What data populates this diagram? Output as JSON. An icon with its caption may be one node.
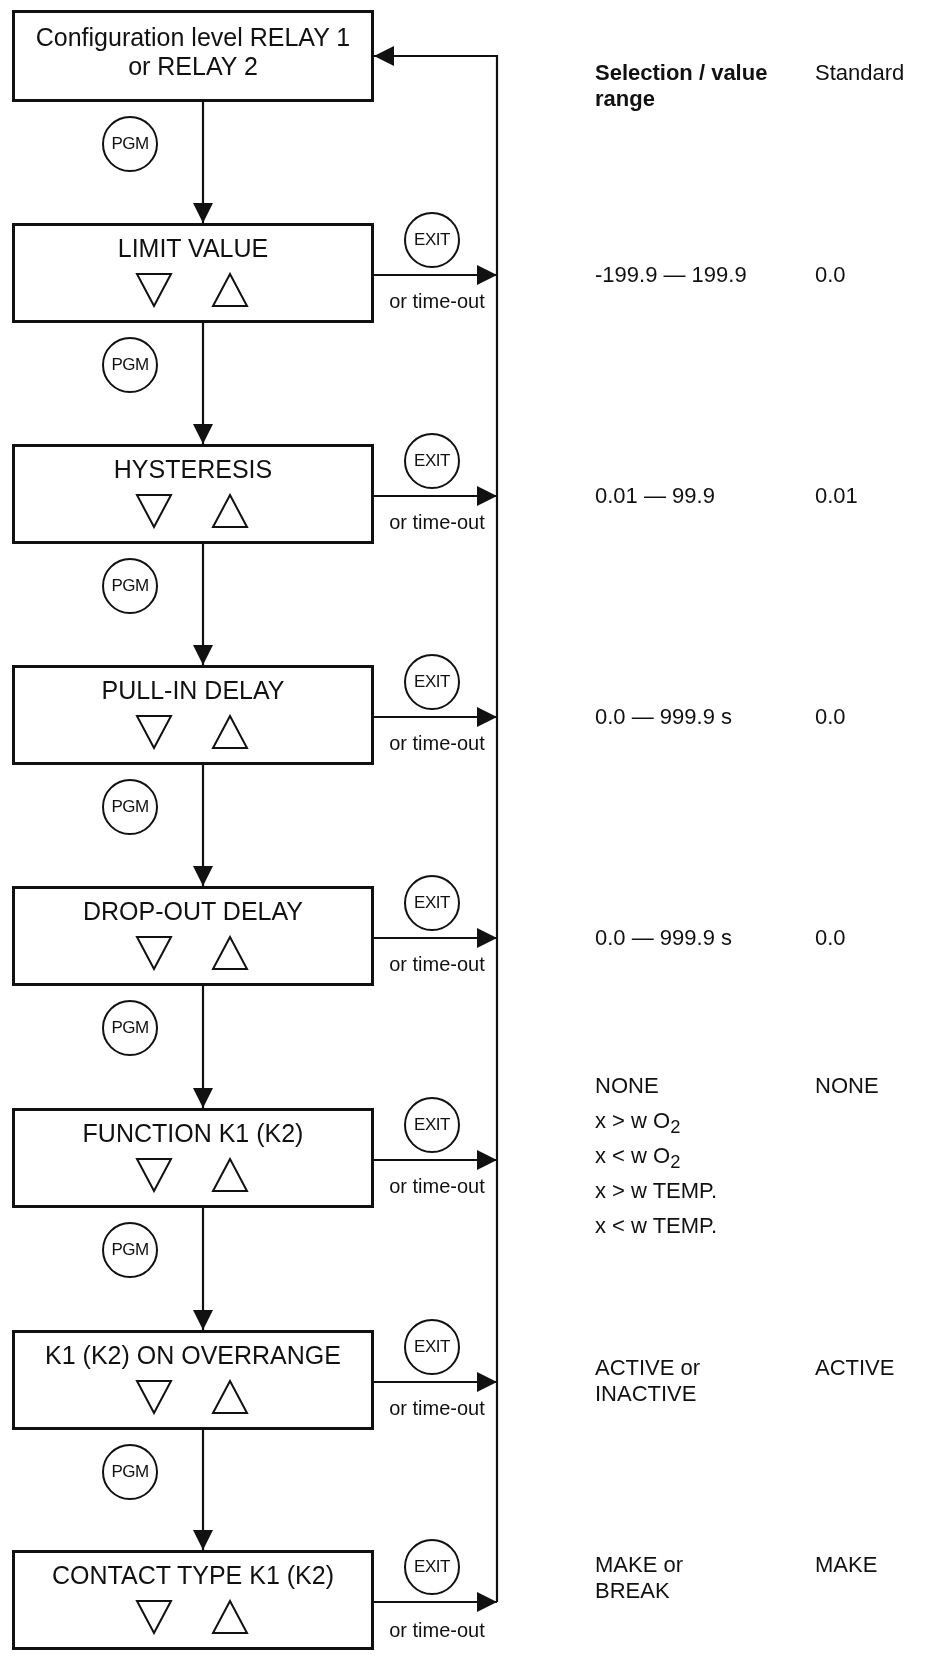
{
  "diagram": {
    "nodes": [
      {
        "text": [
          "Configuration level RELAY 1 or RELAY 2"
        ]
      },
      {
        "text": [
          "LIMIT VALUE"
        ]
      },
      {
        "text": [
          "HYSTERESIS"
        ]
      },
      {
        "text": [
          "PULL-IN DELAY"
        ]
      },
      {
        "text": [
          "DROP-OUT DELAY"
        ]
      },
      {
        "text": [
          "FUNCTION K1 (K2)"
        ]
      },
      {
        "text": [
          "K1 (K2) ON OVERRANGE"
        ]
      },
      {
        "text": [
          "CONTACT TYPE K1 (K2)"
        ]
      }
    ],
    "edges": [
      {
        "from": 0,
        "to": 1,
        "arrow": "to",
        "label": "PGM"
      },
      {
        "from": 1,
        "to": 2,
        "arrow": "to",
        "label": "PGM"
      },
      {
        "from": 2,
        "to": 3,
        "arrow": "to",
        "label": "PGM"
      },
      {
        "from": 3,
        "to": 4,
        "arrow": "to",
        "label": "PGM"
      },
      {
        "from": 4,
        "to": 5,
        "arrow": "to",
        "label": "PGM"
      },
      {
        "from": 5,
        "to": 6,
        "arrow": "to",
        "label": "PGM"
      },
      {
        "from": 6,
        "to": 7,
        "arrow": "to",
        "label": "PGM"
      },
      {
        "from": 1,
        "to": 0,
        "arrow": "to",
        "label": "EXIT"
      },
      {
        "from": 2,
        "to": 0,
        "arrow": "to",
        "label": "EXIT"
      },
      {
        "from": 3,
        "to": 0,
        "arrow": "to",
        "label": "EXIT"
      },
      {
        "from": 4,
        "to": 0,
        "arrow": "to",
        "label": "EXIT"
      },
      {
        "from": 5,
        "to": 0,
        "arrow": "to",
        "label": "EXIT"
      },
      {
        "from": 6,
        "to": 0,
        "arrow": "to",
        "label": "EXIT"
      },
      {
        "from": 7,
        "to": 0,
        "arrow": "to",
        "label": "EXIT"
      }
    ],
    "labels": [
      "Selection / value range",
      "Standard",
      "-199.9 — 199.9",
      "0.0",
      "or time-out",
      "0.01 — 99.9",
      "0.01",
      "or time-out",
      "0.0 — 999.9 s",
      "0.0",
      "or time-out",
      "0.0 — 999.9 s",
      "0.0",
      "or time-out",
      "NONE",
      "NONE",
      "x > w O$_{2}$",
      "x < w O$_{2}$",
      "or time-out",
      "x > w TEMP.",
      "x < w TEMP.",
      "ACTIVE or INACTIVE",
      "ACTIVE",
      "or time-out",
      "MAKE or BREAK",
      "MAKE",
      "or time-out"
    ]
  }
}
